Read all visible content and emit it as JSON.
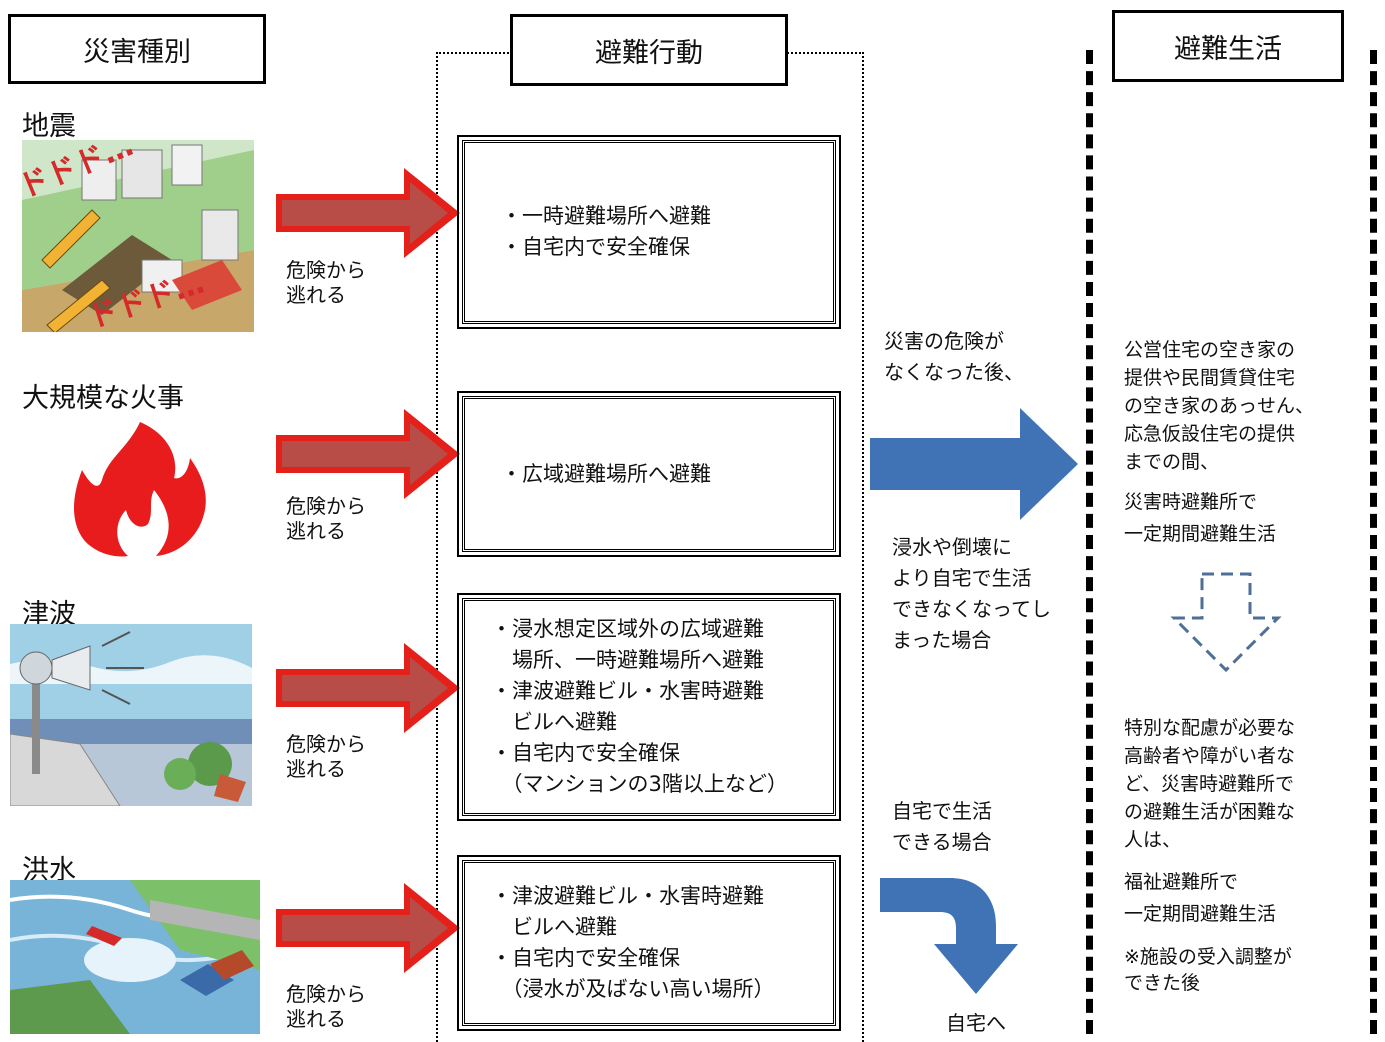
{
  "headers": {
    "disaster_type": "災害種別",
    "evacuation_action": "避難行動",
    "evacuation_life": "避難生活"
  },
  "disasters": [
    {
      "title": "地震",
      "escape": [
        "危険から",
        "逃れる"
      ]
    },
    {
      "title": "大規模な火事",
      "escape": [
        "危険から",
        "逃れる"
      ]
    },
    {
      "title": "津波",
      "escape": [
        "危険から",
        "逃れる"
      ]
    },
    {
      "title": "洪水",
      "escape": [
        "危険から",
        "逃れる"
      ]
    }
  ],
  "illustration_text": {
    "quake_sfx_1": "ドドド…",
    "quake_sfx_2": "ドドド…"
  },
  "actions": [
    {
      "lines": [
        "・一時避難場所へ避難",
        "・自宅内で安全確保"
      ]
    },
    {
      "lines": [
        "・広域避難場所へ避難"
      ]
    },
    {
      "lines": [
        "・浸水想定区域外の広域避難",
        "　場所、一時避難場所へ避難",
        "・津波避難ビル・水害時避難",
        "　ビルへ避難",
        "・自宅内で安全確保",
        "　（マンションの3階以上など）"
      ]
    },
    {
      "lines": [
        "・津波避難ビル・水害時避難",
        "　ビルへ避難",
        "・自宅内で安全確保",
        "　（浸水が及ばない高い場所）"
      ]
    }
  ],
  "middle": {
    "after_danger": [
      "災害の危険が",
      "なくなった後、"
    ],
    "cannot_live": [
      "浸水や倒壊に",
      "より自宅で生活",
      "できなくなってし",
      "まった場合"
    ],
    "can_live": [
      "自宅で生活",
      "できる場合"
    ],
    "to_home": "自宅へ"
  },
  "right": {
    "housing_note": [
      "公営住宅の空き家の",
      "提供や民間賃貸住宅",
      "の空き家のあっせん、",
      "応急仮設住宅の提供",
      "までの間、"
    ],
    "shelter_life": [
      "災害時避難所で",
      "一定期間避難生活"
    ],
    "special_care": [
      "特別な配慮が必要な",
      "高齢者や障がい者な",
      "ど、災害時避難所で",
      "の避難生活が困難な",
      "人は、"
    ],
    "welfare_shelter": [
      "福祉避難所で",
      "一定期間避難生活"
    ],
    "facility_note": [
      "※施設の受入調整が",
      "できた後"
    ]
  },
  "colors": {
    "red_arrow": "#e4201b",
    "red_arrow_inner": "#b84d47",
    "blue_arrow": "#3f73b5",
    "dashed_arrow": "#4f6f99",
    "fire": "#e81c1c"
  }
}
